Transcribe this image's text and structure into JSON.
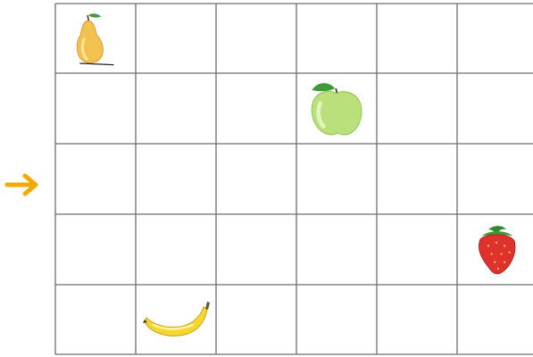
{
  "grid": {
    "rows": 5,
    "columns": 6,
    "line_color": "#6e6e6e"
  },
  "pointer": {
    "icon": "arrow-right-icon",
    "color": "#F2A900",
    "points_to_row": 3
  },
  "fruits": [
    {
      "name": "pear",
      "icon": "pear-icon",
      "row": 1,
      "column": 1
    },
    {
      "name": "apple",
      "icon": "apple-icon",
      "row": 2,
      "column": 4
    },
    {
      "name": "strawberry",
      "icon": "strawberry-icon",
      "row": 4,
      "column": 6
    },
    {
      "name": "banana",
      "icon": "banana-icon",
      "row": 5,
      "column": 2
    }
  ]
}
